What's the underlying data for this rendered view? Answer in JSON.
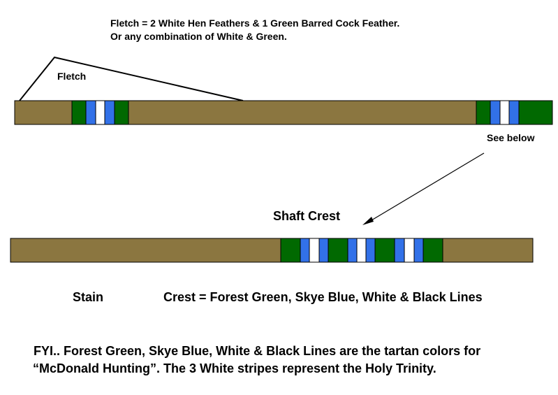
{
  "colors": {
    "stain": "#8b7640",
    "forest_green": "#016901",
    "skye_blue": "#3271e8",
    "white": "#ffffff",
    "black": "#000000"
  },
  "texts": {
    "fletch_note_1": "Fletch = 2 White Hen Feathers & 1 Green Barred Cock Feather.",
    "fletch_note_2": "Or any combination of White & Green.",
    "fletch_label": "Fletch",
    "see_below": "See below",
    "shaft_crest_title": "Shaft Crest",
    "stain_label": "Stain",
    "crest_description": "Crest =  Forest Green, Skye Blue, White & Black Lines",
    "fyi_line_1": "FYI.. Forest Green, Skye Blue, White & Black Lines are the tartan colors for",
    "fyi_line_2": "“McDonald Hunting”. The 3 White stripes represent the Holy Trinity."
  }
}
